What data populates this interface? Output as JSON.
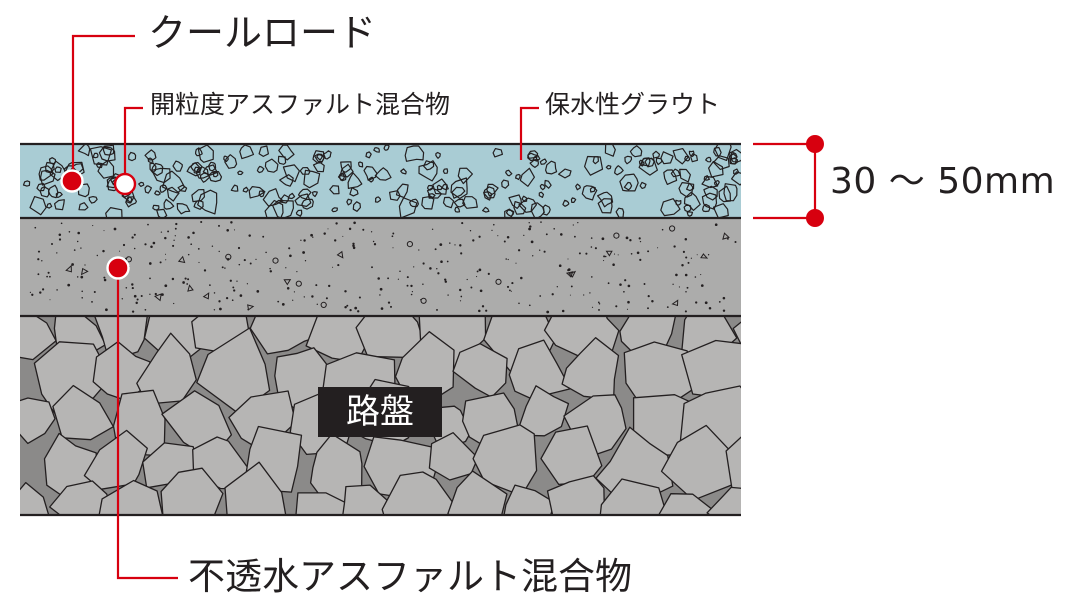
{
  "labels": {
    "cool_road": "クールロード",
    "open_graded_asphalt": "開粒度アスファルト混合物",
    "permeable_grout": "保水性グラウト",
    "thickness": "30 ～ 50mm",
    "roadbed": "路盤",
    "impermeable_asphalt": "不透水アスファルト混合物"
  },
  "colors": {
    "accent_red": "#d7000f",
    "surface_layer": "#a9ccd4",
    "asphalt_layer": "#acacab",
    "roadbed_base": "#8b8a89",
    "stone": "#b6b5b4",
    "outline": "#231f20"
  }
}
